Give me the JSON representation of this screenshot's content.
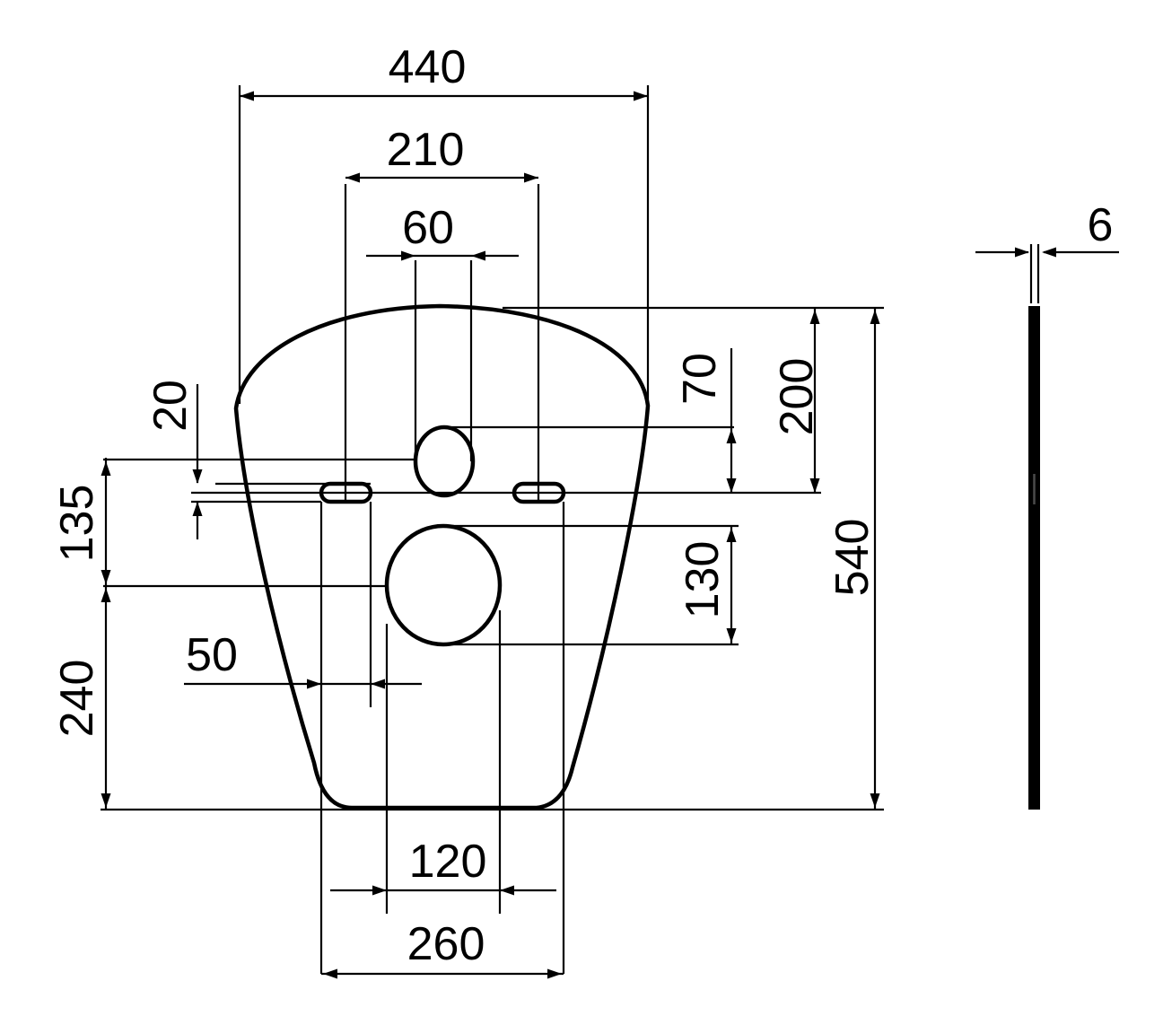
{
  "drawing": {
    "type": "technical-dimension-drawing",
    "units": "mm",
    "views": {
      "front": {
        "label": "front-view",
        "features": [
          "outer-contour",
          "small-oval-hole-top",
          "left-fixing-slot",
          "right-fixing-slot",
          "large-oval-hole-center"
        ]
      },
      "side": {
        "label": "side-view-thickness-profile"
      }
    },
    "line_color": "#000000",
    "background_color": "#ffffff",
    "dimensions": {
      "overall_width": "440",
      "slot_center_spacing": "210",
      "small_hole_width": "60",
      "slot_height": "20",
      "small_hole_center_to_large_hole_center": "135",
      "large_hole_center_to_bottom": "240",
      "slot_length": "50",
      "small_hole_height": "70",
      "top_edge_to_slot_line": "200",
      "large_hole_height": "130",
      "overall_height": "540",
      "large_hole_width": "120",
      "slot_outer_edge_spacing": "260",
      "material_thickness": "6"
    }
  }
}
